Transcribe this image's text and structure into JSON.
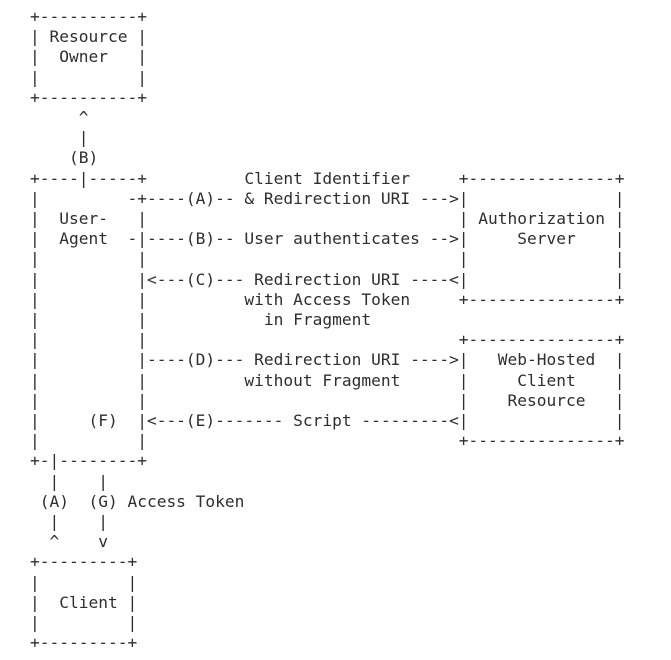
{
  "diagram": {
    "type": "ascii-flow",
    "background_color": "#ffffff",
    "text_color": "#2e2e2e",
    "nodes": [
      "Resource Owner",
      "User-Agent",
      "Authorization Server",
      "Web-Hosted Client Resource",
      "Client"
    ],
    "flow_labels": [
      "(A) Client Identifier & Redirection URI",
      "(B) User authenticates",
      "(C) Redirection URI with Access Token in Fragment",
      "(D) Redirection URI without Fragment",
      "(E) Script",
      "(F)",
      "(G) Access Token"
    ],
    "lines": [
      "+----------+",
      "| Resource |",
      "|  Owner   |",
      "|          |",
      "+----------+",
      "     ^",
      "     |",
      "    (B)",
      "+----|-----+          Client Identifier     +---------------+",
      "|         -+----(A)-- & Redirection URI --->|               |",
      "|  User-   |                                | Authorization |",
      "|  Agent  -|----(B)-- User authenticates -->|     Server    |",
      "|          |                                |               |",
      "|          |<---(C)--- Redirection URI ----<|               |",
      "|          |          with Access Token     +---------------+",
      "|          |            in Fragment",
      "|          |                                +---------------+",
      "|          |----(D)--- Redirection URI ---->|   Web-Hosted  |",
      "|          |          without Fragment      |     Client    |",
      "|          |                                |    Resource   |",
      "|     (F)  |<---(E)------- Script ---------<|               |",
      "|          |                                +---------------+",
      "+-|--------+",
      "  |    |",
      " (A)  (G) Access Token",
      "  |    |",
      "  ^    v",
      "+---------+",
      "|         |",
      "|  Client |",
      "|         |",
      "+---------+"
    ]
  }
}
